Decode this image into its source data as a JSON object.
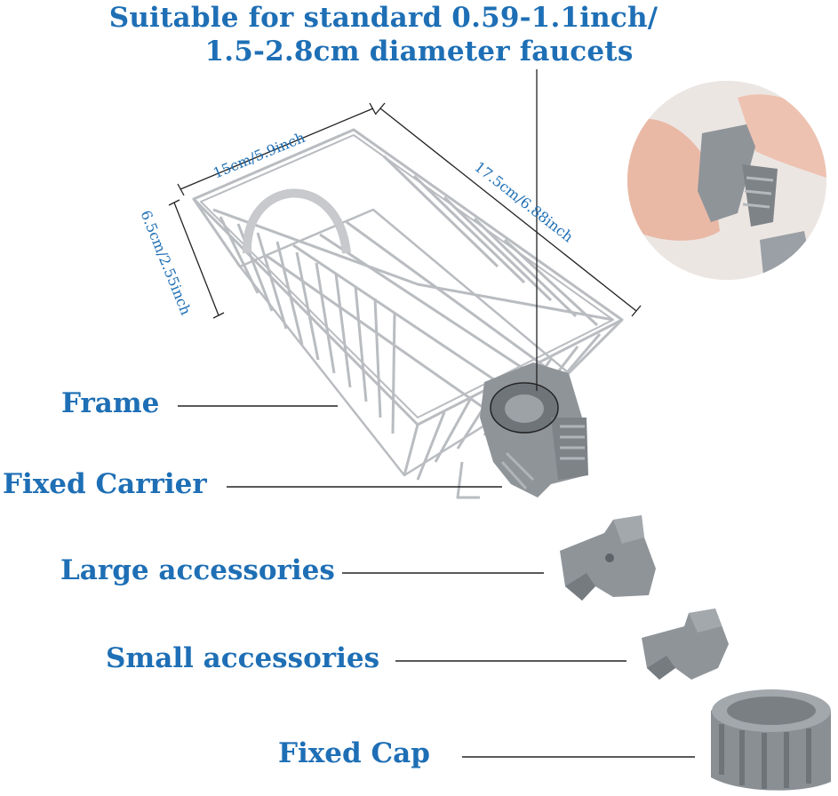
{
  "title": {
    "line1": "Suitable for standard 0.59-1.1inch/",
    "line2": "1.5-2.8cm diameter faucets"
  },
  "dimensions": {
    "width": "15cm/5.9inch",
    "length": "17.5cm/6.88inch",
    "height": "6.5cm/2.55inch"
  },
  "parts": {
    "frame": "Frame",
    "fixed_carrier": "Fixed Carrier",
    "large_accessories": "Large accessories",
    "small_accessories": "Small accessories",
    "fixed_cap": "Fixed Cap"
  },
  "colors": {
    "text": "#1e6fb5",
    "wire": "#b9bcc0",
    "plastic": "#8f9499",
    "leader": "#333333"
  }
}
